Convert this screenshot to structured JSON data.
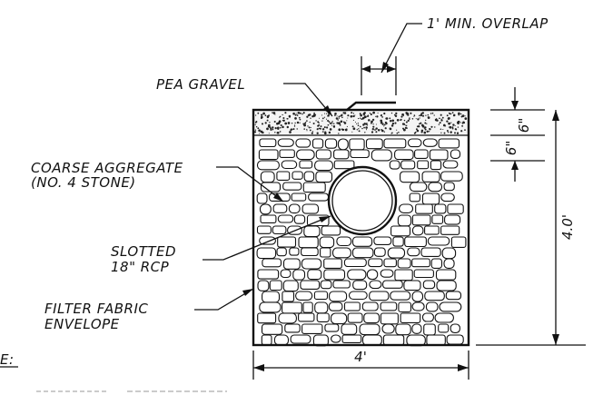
{
  "labels": {
    "overlap": "1' MIN. OVERLAP",
    "pea_gravel": "PEA GRAVEL",
    "coarse_aggregate_line1": "COARSE AGGREGATE",
    "coarse_aggregate_line2": "(NO. 4 STONE)",
    "slotted_line1": "SLOTTED",
    "slotted_line2": "18\" RCP",
    "filter_line1": "FILTER FABRIC",
    "filter_line2": "ENVELOPE",
    "note_fragment": "E:"
  },
  "dimensions": {
    "top_layer": "6\"",
    "bottom_layer": "6\"",
    "height": "4.0'",
    "width": "4'"
  }
}
